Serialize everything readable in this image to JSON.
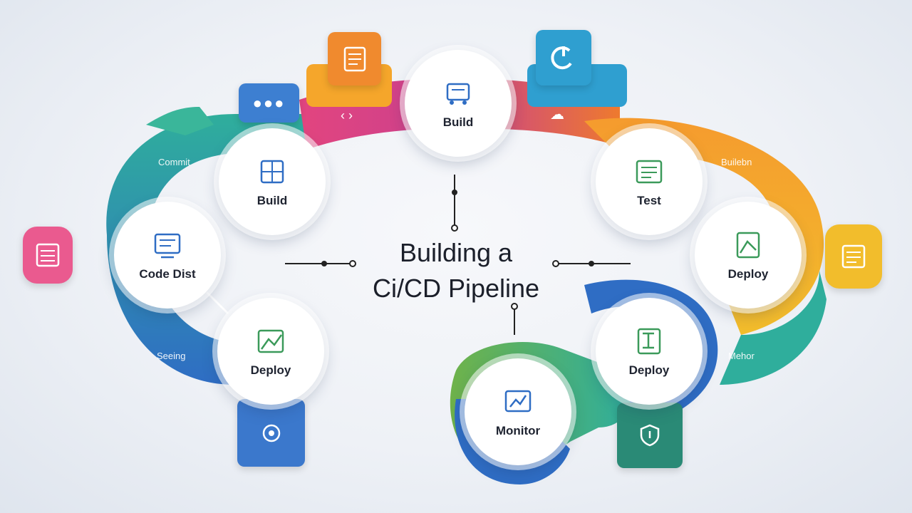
{
  "title": {
    "line1": "Building a",
    "line2": "Ci/CD Pipeline"
  },
  "nodes": {
    "top_build": "Build",
    "left_build": "Build",
    "code_dist": "Code Dist",
    "left_deploy": "Deploy",
    "test": "Test",
    "right_deploy": "Deploy",
    "lower_deploy": "Deploy",
    "monitor": "Monitor"
  },
  "side_labels": {
    "commit": "Commit",
    "seeing": "Seeing",
    "builebn": "Builebn",
    "mehor": "Mehor"
  },
  "colors": {
    "teal": "#2fae9c",
    "blue": "#2f6dc4",
    "magenta": "#c9408e",
    "yellow": "#f2bd2c",
    "orange": "#f08a2e",
    "green": "#6fb24a",
    "pink": "#ea5a8f",
    "red_orange": "#ec6a3a"
  }
}
